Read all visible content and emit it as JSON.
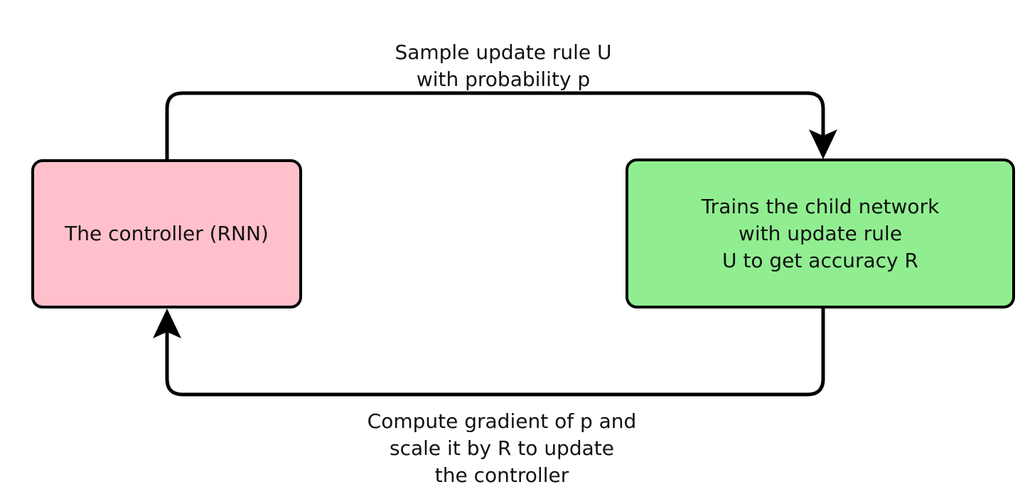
{
  "diagram": {
    "type": "cycle-flowchart",
    "background_color": "#ffffff",
    "stroke_color": "#000000",
    "text_color": "#111111",
    "nodes": [
      {
        "id": "controller",
        "label": "The controller (RNN)",
        "fill": "#ffc0cb",
        "border": "#000000"
      },
      {
        "id": "child_trainer",
        "label": "Trains the child network\nwith update rule\nU to get accuracy R",
        "fill": "#90ee90",
        "border": "#000000"
      }
    ],
    "edges": [
      {
        "id": "sample",
        "from": "controller",
        "to": "child_trainer",
        "label": "Sample update rule U\nwith probability p",
        "arrowhead": "filled-triangle",
        "direction": "top-loop-left-to-right"
      },
      {
        "id": "reinforce",
        "from": "child_trainer",
        "to": "controller",
        "label": "Compute gradient of p and\nscale it by R to update\nthe controller",
        "arrowhead": "filled-triangle",
        "direction": "bottom-loop-right-to-left"
      }
    ]
  }
}
